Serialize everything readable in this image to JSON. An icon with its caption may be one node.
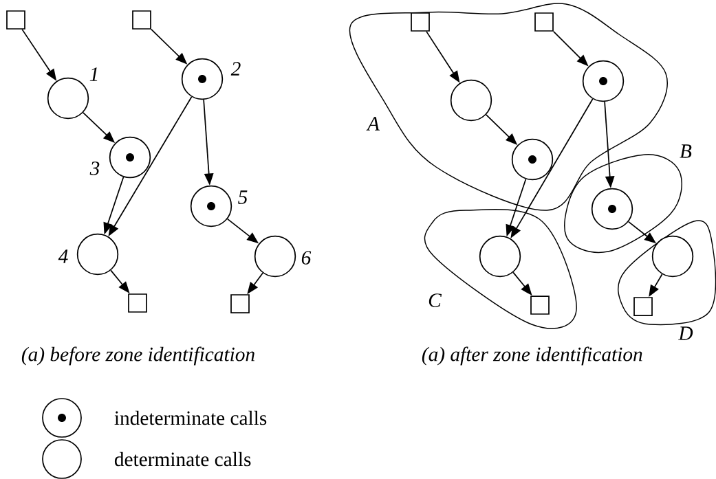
{
  "diagram": {
    "nodes": [
      {
        "text": [],
        "shape": "box"
      },
      {
        "text": [],
        "shape": "box"
      },
      {
        "text": [],
        "shape": "circle",
        "beside": [
          "1"
        ]
      },
      {
        "text": [],
        "shape": "circle-dot",
        "beside": [
          "2"
        ]
      },
      {
        "text": [],
        "shape": "circle-dot",
        "beside": [
          "3"
        ]
      },
      {
        "text": [],
        "shape": "circle-dot",
        "beside": [
          "5"
        ]
      },
      {
        "text": [],
        "shape": "circle",
        "beside": [
          "4"
        ]
      },
      {
        "text": [],
        "shape": "circle",
        "beside": [
          "6"
        ]
      },
      {
        "text": [],
        "shape": "box"
      },
      {
        "text": [],
        "shape": "box"
      },
      {
        "text": [
          "A"
        ]
      },
      {
        "text": [],
        "shape": "box",
        "in": 10
      },
      {
        "text": [],
        "shape": "box",
        "in": 10
      },
      {
        "text": [],
        "shape": "circle",
        "in": 10
      },
      {
        "text": [],
        "shape": "circle-dot",
        "in": 10
      },
      {
        "text": [],
        "shape": "circle-dot",
        "in": 10
      },
      {
        "text": [
          "B"
        ]
      },
      {
        "text": [],
        "shape": "circle-dot",
        "in": 16
      },
      {
        "text": [
          "C"
        ]
      },
      {
        "text": [],
        "shape": "circle",
        "in": 18
      },
      {
        "text": [],
        "shape": "box",
        "in": 18
      },
      {
        "text": [
          "D"
        ]
      },
      {
        "text": [],
        "shape": "circle",
        "in": 21
      },
      {
        "text": [],
        "shape": "box",
        "in": 21
      }
    ],
    "edges": [
      {
        "from": 0,
        "to": 2,
        "arrow": "to"
      },
      {
        "from": 1,
        "to": 3,
        "arrow": "to"
      },
      {
        "from": 2,
        "to": 4,
        "arrow": "to"
      },
      {
        "from": 4,
        "to": 6,
        "arrow": "to"
      },
      {
        "from": 3,
        "to": 6,
        "arrow": "to"
      },
      {
        "from": 3,
        "to": 5,
        "arrow": "to"
      },
      {
        "from": 5,
        "to": 7,
        "arrow": "to"
      },
      {
        "from": 6,
        "to": 8,
        "arrow": "to"
      },
      {
        "from": 7,
        "to": 9,
        "arrow": "to"
      },
      {
        "from": 11,
        "to": 13,
        "arrow": "to"
      },
      {
        "from": 12,
        "to": 14,
        "arrow": "to"
      },
      {
        "from": 13,
        "to": 15,
        "arrow": "to"
      },
      {
        "from": 15,
        "to": 19,
        "arrow": "to"
      },
      {
        "from": 14,
        "to": 19,
        "arrow": "to"
      },
      {
        "from": 14,
        "to": 17,
        "arrow": "to"
      },
      {
        "from": 17,
        "to": 22,
        "arrow": "to"
      },
      {
        "from": 19,
        "to": 20,
        "arrow": "to"
      },
      {
        "from": 22,
        "to": 23,
        "arrow": "to"
      }
    ],
    "labels": [
      "(a) before zone identification",
      "(a) after zone identification"
    ],
    "legend": [
      {
        "text": "indeterminate calls"
      },
      {
        "text": "determinate calls"
      }
    ]
  }
}
